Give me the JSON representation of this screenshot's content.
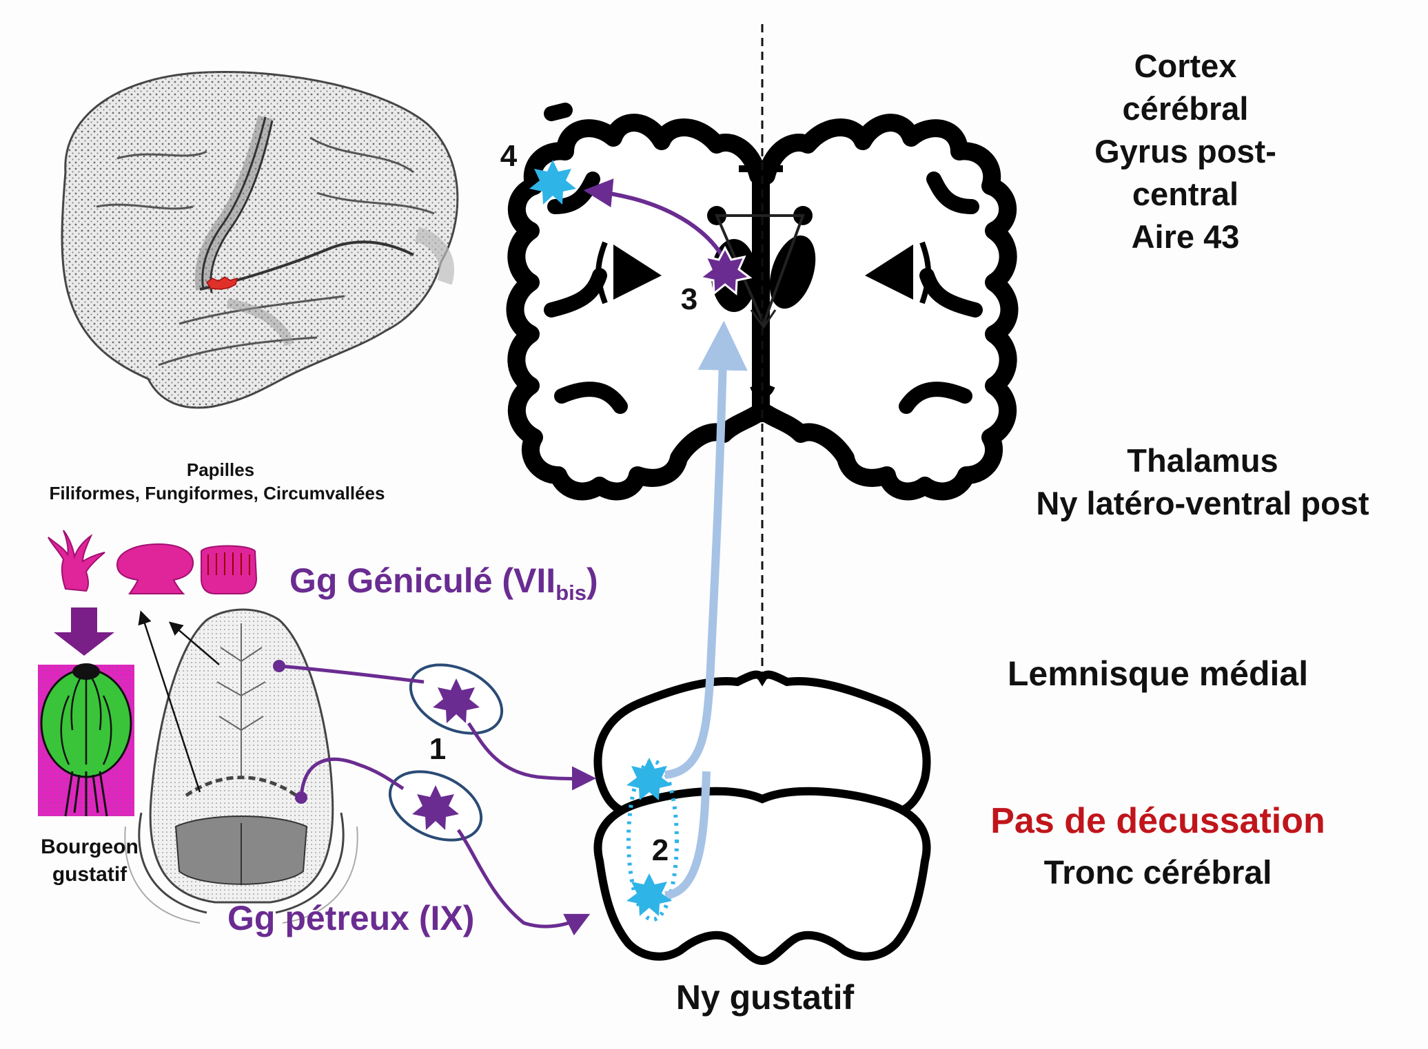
{
  "labels": {
    "cortex": [
      "Cortex",
      "cérébral",
      "Gyrus post-",
      "central",
      "Aire 43"
    ],
    "thalamus": [
      "Thalamus",
      "Ny latéro-ventral post"
    ],
    "lemnisque": "Lemnisque médial",
    "decussation": "Pas de décussation",
    "tronc": "Tronc cérébral",
    "ny_gustatif": "Ny gustatif",
    "papilles_title": "Papilles",
    "papilles_types": "Filiformes, Fungiformes, Circumvallées",
    "bourgeon": [
      "Bourgeon",
      "gustatif"
    ],
    "gg_genicule_main": "Gg Géniculé (VII",
    "gg_genicule_sub": "bis",
    "gg_genicule_close": ")",
    "gg_petreux": "Gg pétreux (IX)",
    "num1": "1",
    "num2": "2",
    "num3": "3",
    "num4": "4"
  },
  "colors": {
    "purple": "#6a2c91",
    "light_blue": "#a6c3e6",
    "cyan_star": "#2fb4e8",
    "red": "#c0151b",
    "magenta": "#e0249a"
  }
}
